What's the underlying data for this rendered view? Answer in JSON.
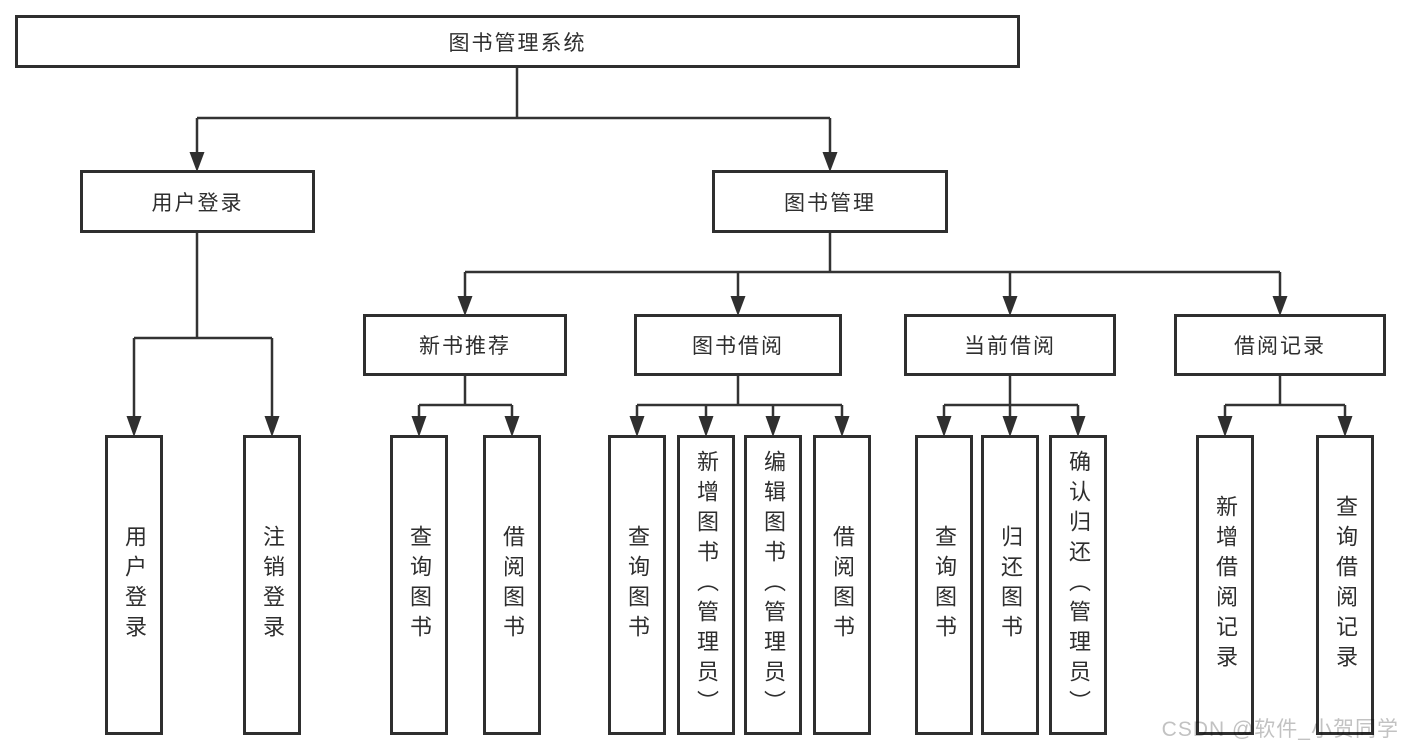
{
  "diagram": {
    "type": "tree",
    "title": "图书管理系统",
    "root": {
      "label": "图书管理系统",
      "children": [
        {
          "label": "用户登录",
          "children": [
            {
              "label": "用户登录"
            },
            {
              "label": "注销登录"
            }
          ]
        },
        {
          "label": "图书管理",
          "children": [
            {
              "label": "新书推荐",
              "children": [
                {
                  "label": "查询图书"
                },
                {
                  "label": "借阅图书"
                }
              ]
            },
            {
              "label": "图书借阅",
              "children": [
                {
                  "label": "查询图书"
                },
                {
                  "label": "新增图书（管理员）"
                },
                {
                  "label": "编辑图书（管理员）"
                },
                {
                  "label": "借阅图书"
                }
              ]
            },
            {
              "label": "当前借阅",
              "children": [
                {
                  "label": "查询图书"
                },
                {
                  "label": "归还图书"
                },
                {
                  "label": "确认归还（管理员）"
                }
              ]
            },
            {
              "label": "借阅记录",
              "children": [
                {
                  "label": "新增借阅记录"
                },
                {
                  "label": "查询借阅记录"
                }
              ]
            }
          ]
        }
      ]
    },
    "colors": {
      "line": "#333333",
      "box_border": "#2f2f2f",
      "text": "#2e2e2e",
      "background": "#ffffff",
      "watermark": "#c2c2c2"
    }
  },
  "watermark": {
    "text": "CSDN @软件_小贺同学"
  }
}
